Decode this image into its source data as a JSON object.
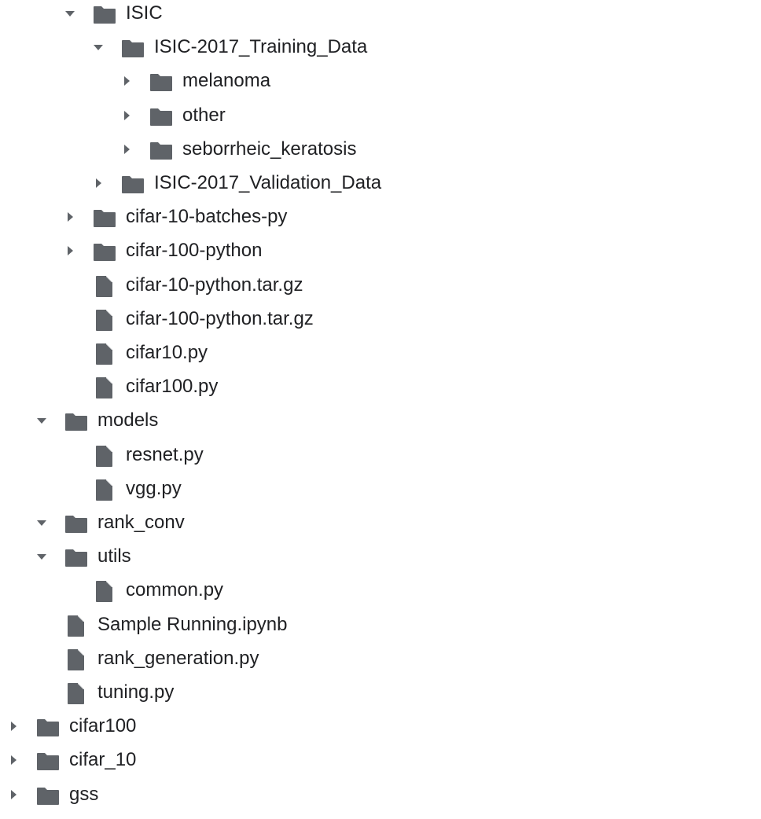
{
  "tree": [
    {
      "label": "ISIC",
      "type": "folder",
      "depth": 2,
      "expanded": true,
      "icon": "folder-icon"
    },
    {
      "label": "ISIC-2017_Training_Data",
      "type": "folder",
      "depth": 3,
      "expanded": true,
      "icon": "folder-icon"
    },
    {
      "label": "melanoma",
      "type": "folder",
      "depth": 4,
      "expanded": false,
      "icon": "folder-icon"
    },
    {
      "label": "other",
      "type": "folder",
      "depth": 4,
      "expanded": false,
      "icon": "folder-icon"
    },
    {
      "label": "seborrheic_keratosis",
      "type": "folder",
      "depth": 4,
      "expanded": false,
      "icon": "folder-icon"
    },
    {
      "label": "ISIC-2017_Validation_Data",
      "type": "folder",
      "depth": 3,
      "expanded": false,
      "icon": "folder-icon"
    },
    {
      "label": "cifar-10-batches-py",
      "type": "folder",
      "depth": 2,
      "expanded": false,
      "icon": "folder-icon"
    },
    {
      "label": "cifar-100-python",
      "type": "folder",
      "depth": 2,
      "expanded": false,
      "icon": "folder-icon"
    },
    {
      "label": "cifar-10-python.tar.gz",
      "type": "file",
      "depth": 2,
      "icon": "file-icon"
    },
    {
      "label": "cifar-100-python.tar.gz",
      "type": "file",
      "depth": 2,
      "icon": "file-icon"
    },
    {
      "label": "cifar10.py",
      "type": "file",
      "depth": 2,
      "icon": "file-icon"
    },
    {
      "label": "cifar100.py",
      "type": "file",
      "depth": 2,
      "icon": "file-icon"
    },
    {
      "label": "models",
      "type": "folder",
      "depth": 1,
      "expanded": true,
      "icon": "folder-icon"
    },
    {
      "label": "resnet.py",
      "type": "file",
      "depth": 2,
      "icon": "file-icon"
    },
    {
      "label": "vgg.py",
      "type": "file",
      "depth": 2,
      "icon": "file-icon"
    },
    {
      "label": "rank_conv",
      "type": "folder",
      "depth": 1,
      "expanded": true,
      "icon": "folder-icon"
    },
    {
      "label": "utils",
      "type": "folder",
      "depth": 1,
      "expanded": true,
      "icon": "folder-icon"
    },
    {
      "label": "common.py",
      "type": "file",
      "depth": 2,
      "icon": "file-icon"
    },
    {
      "label": "Sample Running.ipynb",
      "type": "file",
      "depth": 1,
      "icon": "file-icon"
    },
    {
      "label": "rank_generation.py",
      "type": "file",
      "depth": 1,
      "icon": "file-icon"
    },
    {
      "label": "tuning.py",
      "type": "file",
      "depth": 1,
      "icon": "file-icon"
    },
    {
      "label": "cifar100",
      "type": "folder",
      "depth": 0,
      "expanded": false,
      "icon": "folder-icon"
    },
    {
      "label": "cifar_10",
      "type": "folder",
      "depth": 0,
      "expanded": false,
      "icon": "folder-icon"
    },
    {
      "label": "gss",
      "type": "folder",
      "depth": 0,
      "expanded": false,
      "icon": "folder-icon"
    }
  ],
  "colors": {
    "icon": "#5f6368",
    "text": "#202124",
    "background": "#ffffff"
  }
}
